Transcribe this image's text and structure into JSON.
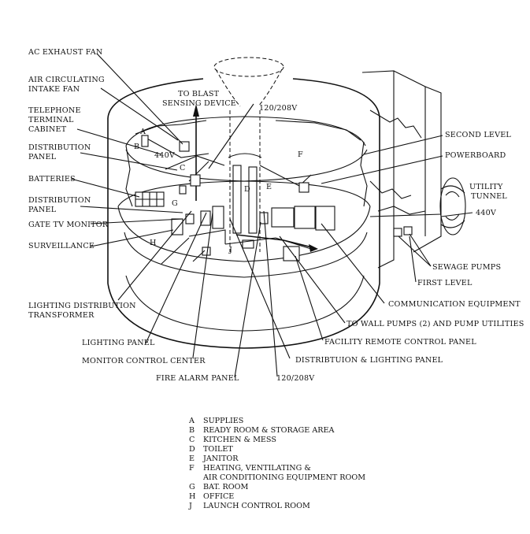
{
  "callouts": {
    "ac_exhaust_fan": "AC EXHAUST FAN",
    "air_circulating_1": "AIR CIRCULATING",
    "air_circulating_2": "INTAKE FAN",
    "telephone_1": "TELEPHONE",
    "telephone_2": "TERMINAL",
    "telephone_3": "CABINET",
    "distribution_panel_top_1": "DISTRIBUTION",
    "distribution_panel_top_2": "PANEL",
    "batteries": "BATTERIES",
    "distribution_panel_mid_1": "DISTRIBUTION",
    "distribution_panel_mid_2": "PANEL",
    "gate_tv_monitor": "GATE TV MONITOR",
    "surveillance": "SURVEILLANCE",
    "lighting_dist_1": "LIGHTING DISTRIBUTION",
    "lighting_dist_2": "TRANSFORMER",
    "lighting_panel": "LIGHTING PANEL",
    "monitor_control_center": "MONITOR CONTROL CENTER",
    "fire_alarm_panel": "FIRE ALARM PANEL",
    "voltage_bottom": "120/208V",
    "distribution_lighting_panel": "DISTRIBTUION & LIGHTING PANEL",
    "facility_remote_control": "FACILITY REMOTE CONTROL PANEL",
    "wall_pumps": "TO WALL PUMPS (2) AND PUMP UTILITIES",
    "communication_equipment": "COMMUNICATION EQUIPMENT",
    "first_level": "FIRST LEVEL",
    "sewage_pumps": "SEWAGE PUMPS",
    "voltage_440_right": "440V",
    "utility_tunnel_1": "UTILITY",
    "utility_tunnel_2": "TUNNEL",
    "powerboard": "POWERBOARD",
    "second_level": "SECOND LEVEL",
    "voltage_top": "120/208V",
    "blast_1": "TO BLAST",
    "blast_2": "SENSING DEVICE",
    "voltage_440_left": "440V"
  },
  "room_letters": {
    "A": "A",
    "B": "B",
    "C": "C",
    "D": "D",
    "E": "E",
    "F": "F",
    "G": "G",
    "H": "H",
    "J": "J"
  },
  "legend": [
    {
      "letter": "A",
      "text": "SUPPLIES"
    },
    {
      "letter": "B",
      "text": "READY ROOM & STORAGE AREA"
    },
    {
      "letter": "C",
      "text": "KITCHEN & MESS"
    },
    {
      "letter": "D",
      "text": "TOILET"
    },
    {
      "letter": "E",
      "text": "JANITOR"
    },
    {
      "letter": "F",
      "text": "HEATING, VENTILATING &"
    },
    {
      "letter": "",
      "text": "AIR CONDITIONING EQUIPMENT ROOM"
    },
    {
      "letter": "G",
      "text": "BAT. ROOM"
    },
    {
      "letter": "H",
      "text": "OFFICE"
    },
    {
      "letter": "J",
      "text": "LAUNCH CONTROL ROOM"
    }
  ]
}
